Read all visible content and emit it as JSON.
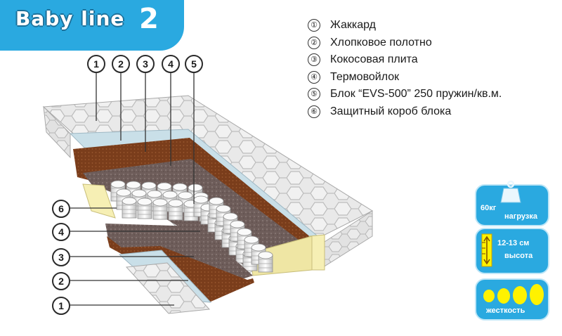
{
  "title": {
    "brand": "Baby line",
    "number": "2"
  },
  "legend": [
    {
      "num": "①",
      "text": "Жаккард"
    },
    {
      "num": "②",
      "text": "Хлопковое полотно"
    },
    {
      "num": "③",
      "text": "Кокосовая плита"
    },
    {
      "num": "④",
      "text": "Термовойлок"
    },
    {
      "num": "⑤",
      "text": "Блок “EVS-500” 250 пружин/кв.м."
    },
    {
      "num": "⑥",
      "text": "Защитный короб блока"
    }
  ],
  "markers_top": [
    "1",
    "2",
    "3",
    "4",
    "5"
  ],
  "markers_left": [
    "6",
    "4",
    "3",
    "2",
    "1"
  ],
  "badges": {
    "load": {
      "value": "60кг",
      "label": "нагрузка"
    },
    "height": {
      "value": "12-13 см",
      "label": "высота"
    },
    "firmness": {
      "label": "жесткость"
    }
  },
  "colors": {
    "banner": "#2aa9e0",
    "jacquard": "#dcdcdc",
    "cotton": "#c9dfe8",
    "coconut": "#7a3e1c",
    "felt": "#6b5a58",
    "box": "#f6efb4",
    "yellow_dots": "#fff200"
  }
}
